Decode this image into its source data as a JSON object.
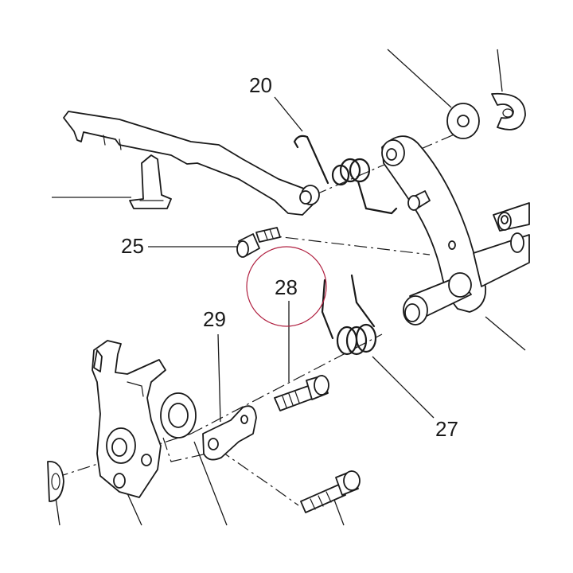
{
  "callouts": {
    "c20": "20",
    "c25": "25",
    "c28": "28",
    "c29": "29",
    "c27": "27"
  },
  "highlight_color": "#b02040",
  "line_color": "#1a1a1a"
}
